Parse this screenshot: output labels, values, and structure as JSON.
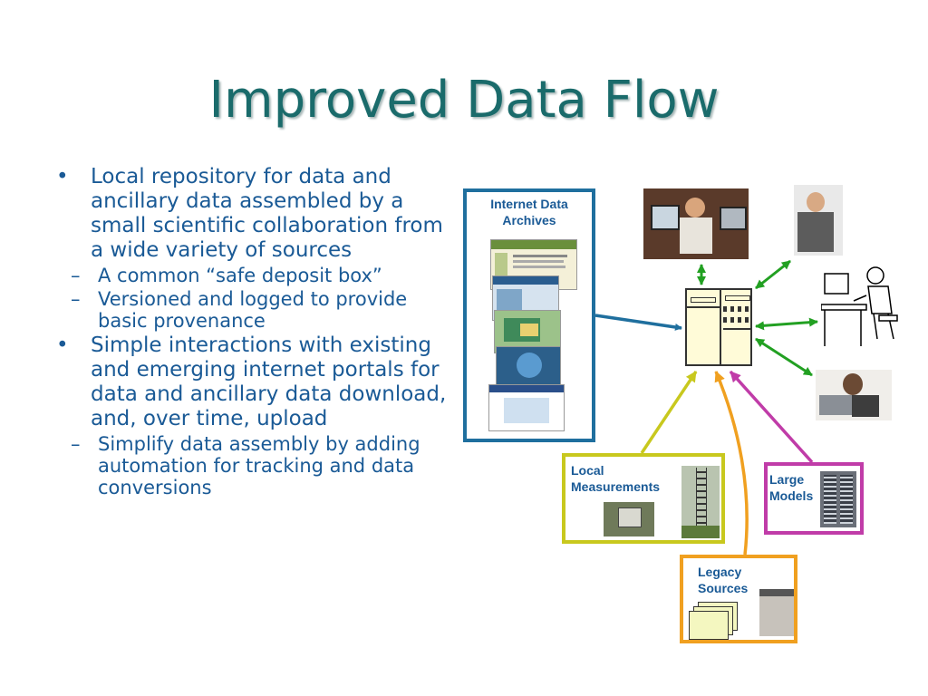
{
  "title": "Improved Data Flow",
  "bullets": [
    {
      "text": "Local repository for data and ancillary data assembled by a small scientific collaboration from a wide variety of sources",
      "sub": [
        "A common “safe deposit box”",
        "Versioned and logged to provide basic provenance"
      ]
    },
    {
      "text": "Simple interactions with existing and emerging internet portals for data and ancillary data download, and, over time, upload",
      "sub": [
        "Simplify data assembly by adding automation for tracking and data conversions"
      ]
    }
  ],
  "bullet_char": "•",
  "dash_char": "–",
  "diagram": {
    "internet_archives": "Internet Data Archives",
    "local_measurements": "Local Measurements",
    "large_models": "Large Models",
    "legacy_sources": "Legacy Sources"
  },
  "colors": {
    "title": "#1a6b6b",
    "text": "#1a5a96",
    "archives_border": "#1f6f9e",
    "local_border": "#c8c81e",
    "models_border": "#c03ca8",
    "legacy_border": "#f0a020",
    "user_arrows": "#22a022"
  }
}
